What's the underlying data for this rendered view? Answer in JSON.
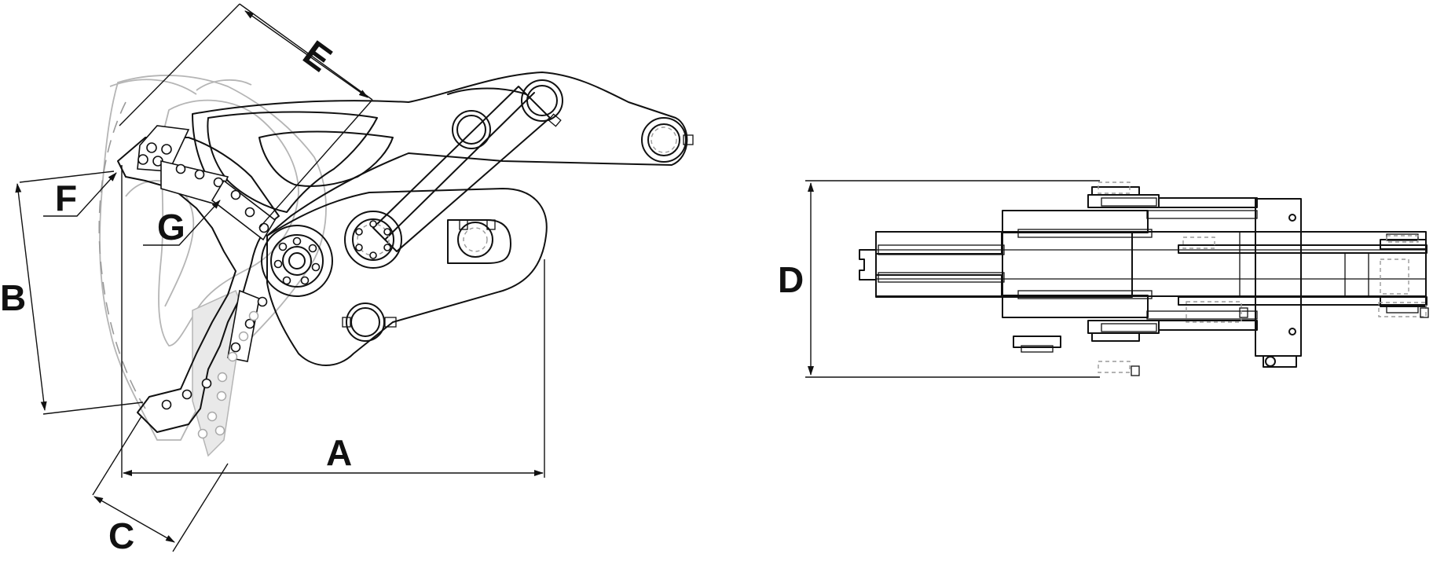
{
  "dimension_labels": {
    "a": "A",
    "b": "B",
    "c": "C",
    "d": "D",
    "e": "E",
    "f": "F",
    "g": "G"
  },
  "colors": {
    "ink": "#111111",
    "ghost": "#b5b5b5",
    "background": "#ffffff"
  }
}
